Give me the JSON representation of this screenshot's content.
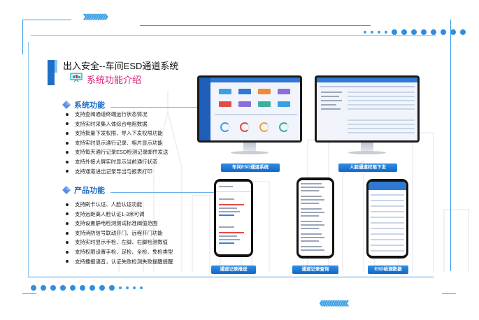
{
  "header": {
    "main_title": "出入安全--车间ESD通道系统",
    "sub_title": "系统功能介绍"
  },
  "system_features": {
    "heading": "系统功能",
    "items": [
      "支持查阅通道终端运行状态情况",
      "支持实时采集人体综合电阻数据",
      "支持批量下发权限、导入下发权限功能",
      "支持实时显示通行记录、相片显示功能",
      "支持每天通行记录ESD检测记录邮件发送",
      "支持外接大屏实时显示当前通行状态",
      "支持通道进出记录导出与报表打印"
    ]
  },
  "product_features": {
    "heading": "产品功能",
    "items": [
      "支持刷卡认证、人脸认证功能",
      "支持远距离人脸认证1-3米可调",
      "支持设置静电检测测试标准阈值范围",
      "支持消防信号联动开门、远程开门功能",
      "支持实时显示手检、左脚、右脚检测数值",
      "支持权限设置手检、足检、全检、免检类型",
      "支持播报语音，认证失败检测失败提醒提醒"
    ]
  },
  "devices": {
    "monitor_left_caption": "车间ESD通道系统",
    "monitor_right_caption": "人脸通道权限下发",
    "phone_1_caption": "通道记录推送",
    "phone_2_caption": "通道记录查询",
    "phone_3_caption": "ESD检测数据"
  },
  "icons": [
    "presentation-icon",
    "diamond-icon",
    "chevron-right-icon",
    "chevron-left-icon"
  ],
  "colors": {
    "accent": "#1f6fc4",
    "highlight": "#e0207a",
    "frame": "#3aa0e6"
  }
}
